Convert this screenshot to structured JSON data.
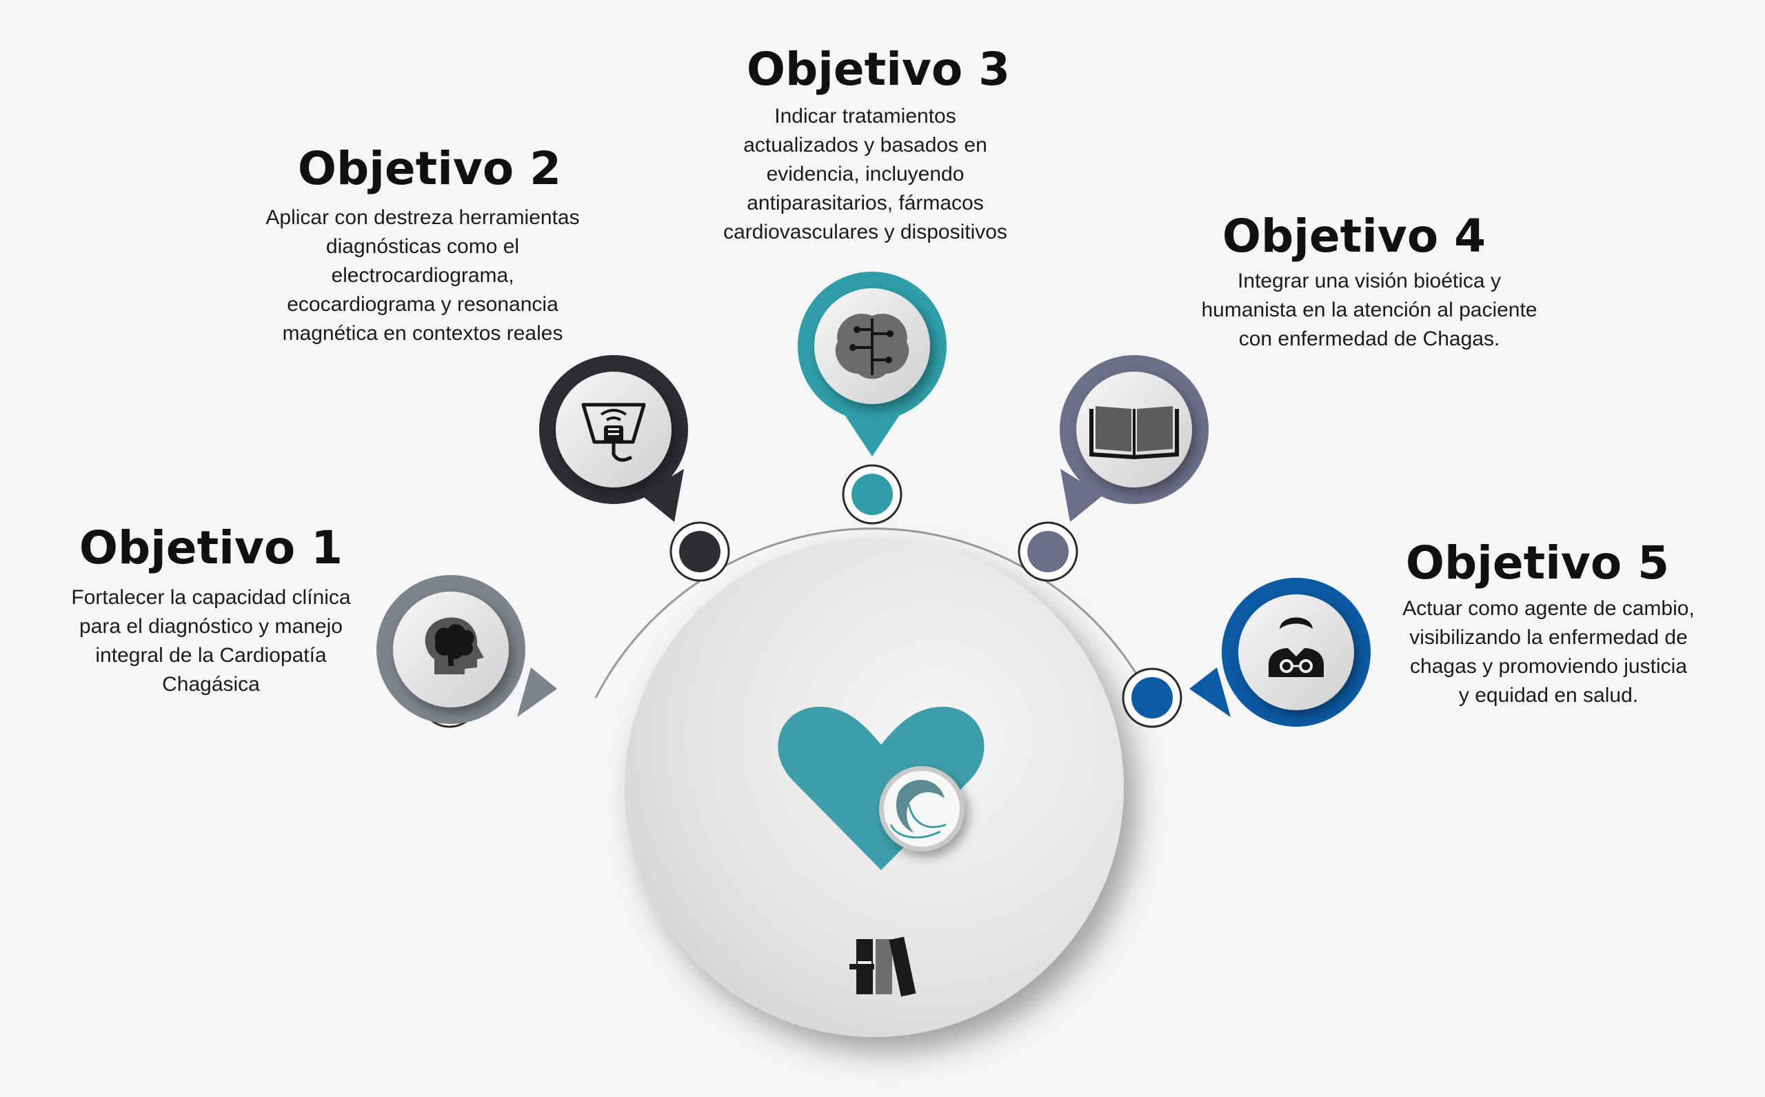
{
  "objectives": [
    {
      "title": "Objetivo 1",
      "icon": "head-brain-icon",
      "color": "#7c858a",
      "lines": [
        "Fortalecer la capacidad clínica",
        "para el  diagnóstico y manejo",
        "integral de la Cardiopatía",
        "Chagásica"
      ]
    },
    {
      "title": "Objetivo 2",
      "icon": "ultrasound-probe-icon",
      "color": "#2c2e33",
      "lines": [
        "Aplicar con destreza herramientas",
        "diagnósticas  como el",
        "electrocardiograma,",
        "ecocardiograma y resonancia",
        "magnética en contextos reales"
      ]
    },
    {
      "title": "Objetivo 3",
      "icon": "circuit-brain-icon",
      "color": "#2f9ea8",
      "lines": [
        "Indicar tratamientos",
        "actualizados y basados en",
        "evidencia, incluyendo",
        "antiparasitarios, fármacos",
        "cardiovasculares y dispositivos"
      ]
    },
    {
      "title": "Objetivo 4",
      "icon": "open-book-icon",
      "color": "#6b7088",
      "lines": [
        "Integrar una visión bioética y",
        "humanista en la atención al paciente",
        "con enfermedad de Chagas."
      ]
    },
    {
      "title": "Objetivo 5",
      "icon": "doctor-icon",
      "color": "#0c5aa3",
      "lines": [
        "Actuar como agente de cambio,",
        "visibilizando la enfermedad de",
        "chagas y promoviendo justicia",
        "y equidad en salud."
      ]
    }
  ],
  "center": {
    "heart_icon": "heart-icon",
    "heart_color": "#3e9faa",
    "parasite_icon": "trypanosome-icon",
    "books_icon": "medical-books-icon"
  }
}
